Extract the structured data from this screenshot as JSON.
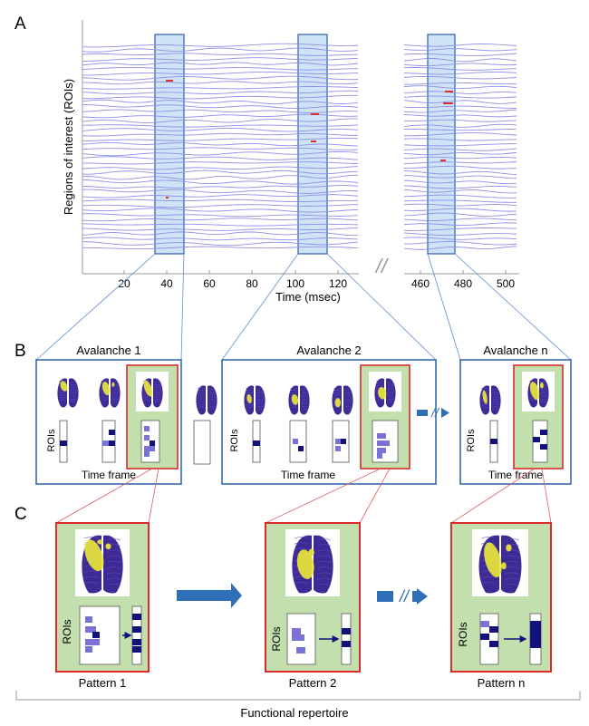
{
  "panels": {
    "a": {
      "letter": "A"
    },
    "b": {
      "letter": "B"
    },
    "c": {
      "letter": "C"
    }
  },
  "raster": {
    "y_label": "Regions of interest (ROIs)",
    "x_label": "Time (msec)",
    "ticks_left": [
      "20",
      "40",
      "60",
      "80",
      "100",
      "120"
    ],
    "ticks_right": [
      "460",
      "480",
      "500"
    ],
    "break_symbol": "//",
    "line_color": "#8f8fe6",
    "window_color": "#cfe3f6",
    "event_color": "#d93030"
  },
  "avalanches": [
    {
      "title": "Avalanche 1",
      "roi_label": "ROIs",
      "time_label": "Time frame"
    },
    {
      "title": "Avalanche 2",
      "roi_label": "ROIs",
      "time_label": "Time frame"
    },
    {
      "title": "Avalanche n",
      "roi_label": "ROIs",
      "time_label": "Time frame"
    }
  ],
  "patterns": [
    {
      "label": "Pattern 1",
      "roi_label": "ROIs"
    },
    {
      "label": "Pattern 2",
      "roi_label": "ROIs"
    },
    {
      "label": "Pattern n",
      "roi_label": "ROIs"
    }
  ],
  "repertoire_label": "Functional repertoire",
  "colors": {
    "avalanche_frame": "#2b5fa8",
    "pattern_frame": "#d92b2b",
    "pattern_fill": "#c4dfae",
    "brain": "#3d2a94",
    "activation": "#e9e63a",
    "arrow": "#2e6fb8",
    "roi_dark": "#13127a",
    "roi_light": "#7b72d6"
  }
}
